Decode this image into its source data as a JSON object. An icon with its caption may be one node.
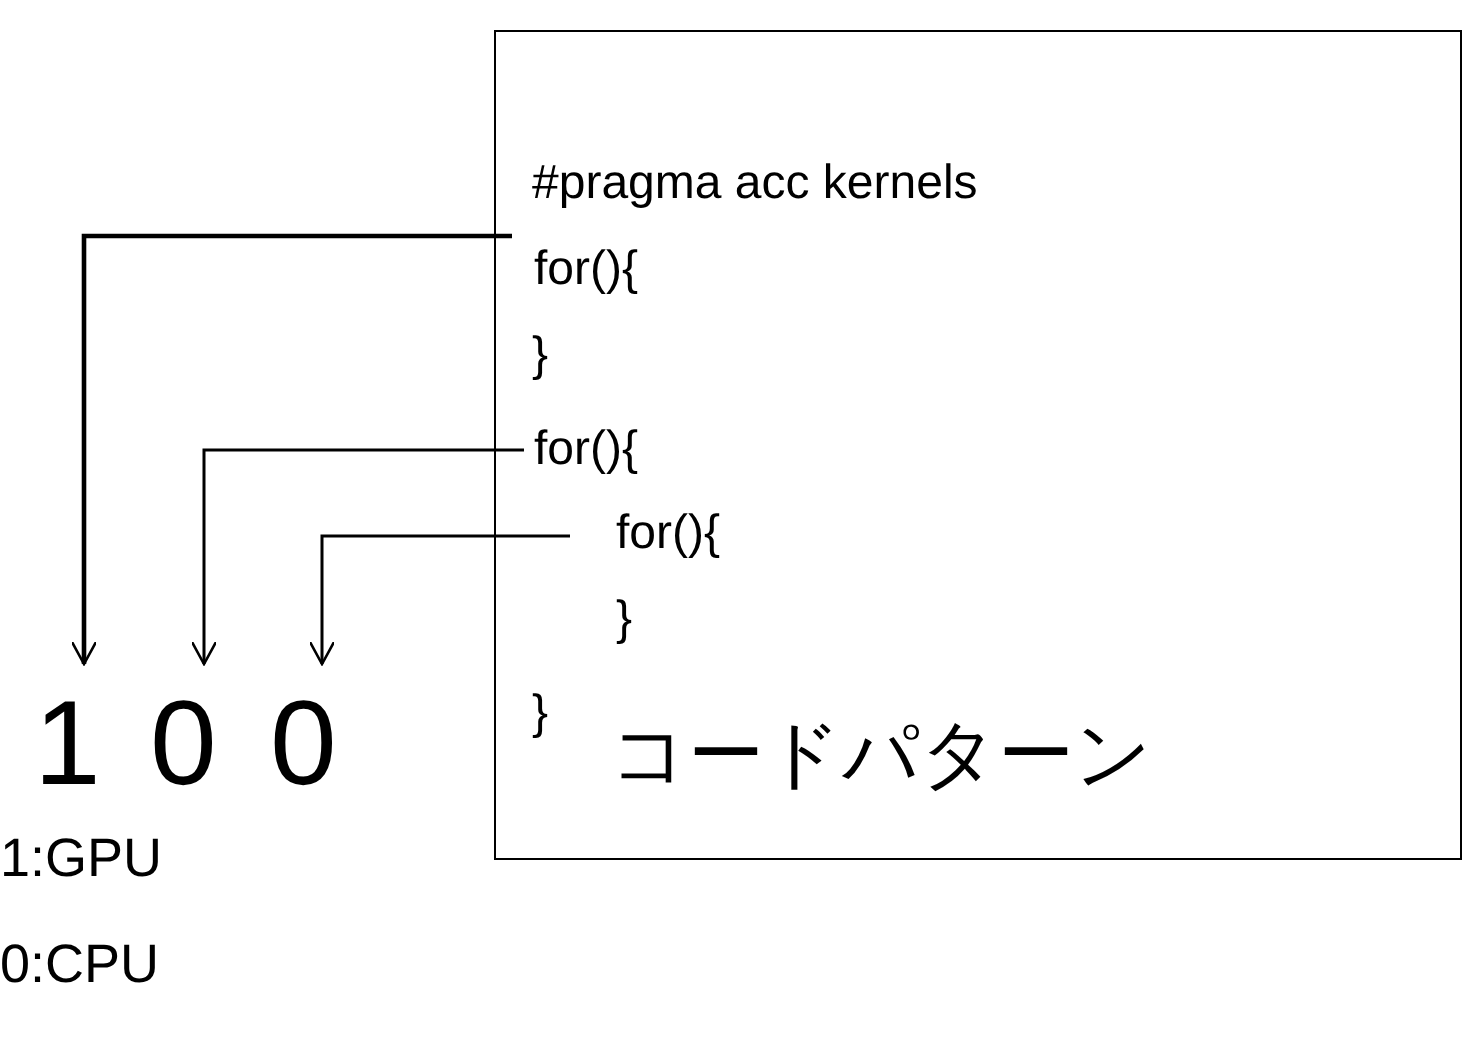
{
  "diagram": {
    "nodes": [
      {
        "text": [
          "コードパターン"
        ]
      },
      {
        "text": [
          "for(){"
        ],
        "in": 0
      },
      {
        "text": [
          "for(){"
        ],
        "in": 0
      },
      {
        "text": [
          "for(){"
        ],
        "in": 0
      },
      {
        "text": [
          "1"
        ]
      },
      {
        "text": [
          "0"
        ]
      },
      {
        "text": [
          "0"
        ]
      }
    ],
    "edges": [
      {
        "from": 1,
        "to": 4,
        "arrow": "to"
      },
      {
        "from": 2,
        "to": 5,
        "arrow": "to"
      },
      {
        "from": 3,
        "to": 6,
        "arrow": "to"
      }
    ],
    "labels": [
      "#pragma acc kernels",
      "}",
      "}",
      "}",
      "1:GPU",
      "0:CPU"
    ]
  }
}
